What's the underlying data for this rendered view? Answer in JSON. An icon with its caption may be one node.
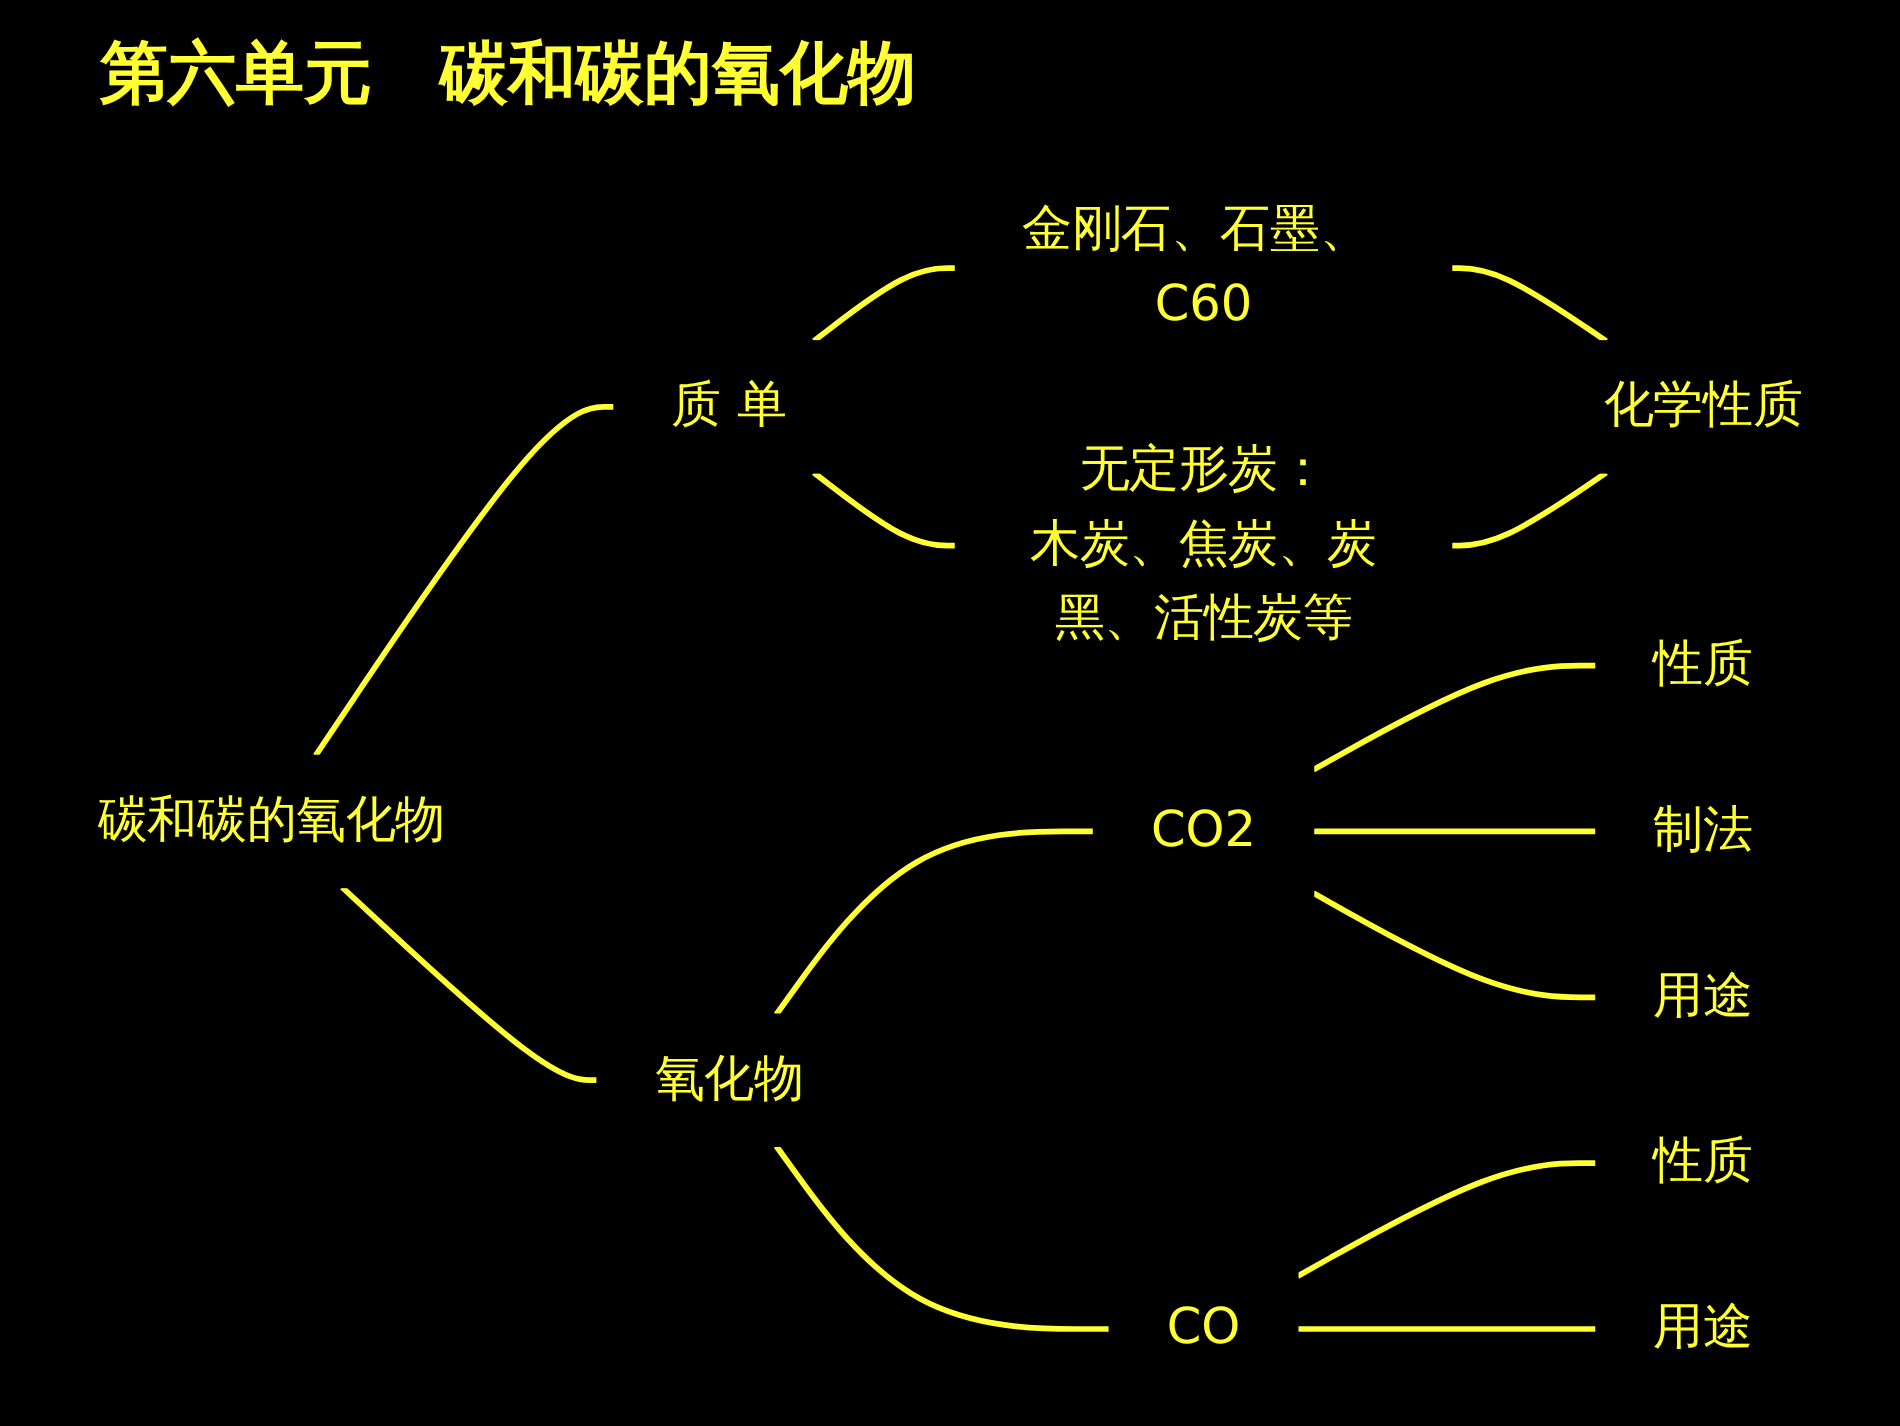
{
  "diagram": {
    "title": "第六单元　碳和碳的氧化物",
    "nodes": [
      {
        "text": [
          "碳和碳的氧化物"
        ]
      },
      {
        "text": [
          "质 单"
        ]
      },
      {
        "text": [
          "金刚石、石墨、 C60"
        ]
      },
      {
        "text": [
          "无定形炭：",
          "木炭、焦炭、炭黑、活性炭等"
        ]
      },
      {
        "text": [
          "化学性质"
        ]
      },
      {
        "text": [
          "氧化物"
        ]
      },
      {
        "text": [
          "CO2"
        ]
      },
      {
        "text": [
          "性质"
        ]
      },
      {
        "text": [
          "制法"
        ]
      },
      {
        "text": [
          "用途"
        ]
      },
      {
        "text": [
          "CO"
        ]
      },
      {
        "text": [
          "性质"
        ]
      },
      {
        "text": [
          "用途"
        ]
      }
    ],
    "edges": [
      {
        "from": 0,
        "to": 1,
        "arrow": "none"
      },
      {
        "from": 0,
        "to": 5,
        "arrow": "none"
      },
      {
        "from": 1,
        "to": 2,
        "arrow": "none"
      },
      {
        "from": 1,
        "to": 3,
        "arrow": "none"
      },
      {
        "from": 2,
        "to": 4,
        "arrow": "none"
      },
      {
        "from": 3,
        "to": 4,
        "arrow": "none"
      },
      {
        "from": 5,
        "to": 6,
        "arrow": "none"
      },
      {
        "from": 5,
        "to": 10,
        "arrow": "none"
      },
      {
        "from": 6,
        "to": 7,
        "arrow": "none"
      },
      {
        "from": 6,
        "to": 8,
        "arrow": "none"
      },
      {
        "from": 6,
        "to": 9,
        "arrow": "none"
      },
      {
        "from": 10,
        "to": 11,
        "arrow": "none"
      },
      {
        "from": 10,
        "to": 12,
        "arrow": "none"
      }
    ]
  }
}
